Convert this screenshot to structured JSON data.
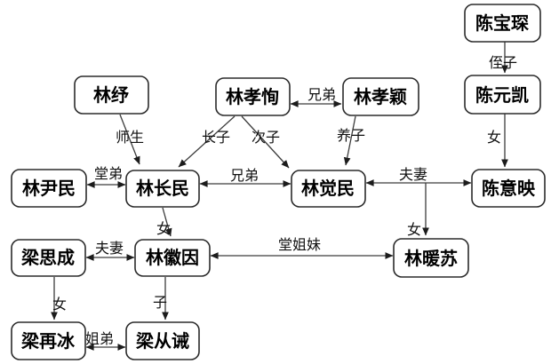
{
  "diagram": {
    "type": "family-relationship-graph",
    "background_color": "#ffffff",
    "box_fill_color": "#ffffff",
    "box_border_color": "#2b2b2b",
    "line_color": "#3c3c3c",
    "text_color": "#000000",
    "nodes": {
      "linshu": {
        "label": "林纾"
      },
      "linxiaoxun": {
        "label": "林孝恂"
      },
      "linxiaoying": {
        "label": "林孝颖"
      },
      "chenbaochen": {
        "label": "陈宝琛"
      },
      "chenyuankai": {
        "label": "陈元凯"
      },
      "linyinmin": {
        "label": "林尹民"
      },
      "linchangmin": {
        "label": "林长民"
      },
      "linjuemin": {
        "label": "林觉民"
      },
      "chenyiying": {
        "label": "陈意映"
      },
      "liangsicheng": {
        "label": "梁思成"
      },
      "linhuiyin": {
        "label": "林徽因"
      },
      "linnuansu": {
        "label": "林暖苏"
      },
      "liangzaibing": {
        "label": "梁再冰"
      },
      "liangcongjie": {
        "label": "梁从诫"
      }
    },
    "edges": {
      "e1": {
        "label": "师生",
        "from": "林纾",
        "to": "林长民",
        "direction": "one-way"
      },
      "e2": {
        "label": "长子",
        "from": "林孝恂",
        "to": "林长民",
        "direction": "one-way"
      },
      "e3": {
        "label": "次子",
        "from": "林孝恂",
        "to": "林觉民",
        "direction": "one-way"
      },
      "e4": {
        "label": "兄弟",
        "from": "林孝恂",
        "to": "林孝颖",
        "direction": "two-way"
      },
      "e5": {
        "label": "养子",
        "from": "林孝颖",
        "to": "林觉民",
        "direction": "one-way"
      },
      "e6": {
        "label": "侄子",
        "from": "陈宝琛",
        "to": "陈元凯",
        "direction": "one-way"
      },
      "e7": {
        "label": "女",
        "from": "陈元凯",
        "to": "陈意映",
        "direction": "one-way"
      },
      "e8": {
        "label": "堂弟",
        "from": "林尹民",
        "to": "林长民",
        "direction": "two-way"
      },
      "e9": {
        "label": "兄弟",
        "from": "林长民",
        "to": "林觉民",
        "direction": "two-way"
      },
      "e10": {
        "label": "夫妻",
        "from": "林觉民",
        "to": "陈意映",
        "direction": "two-way"
      },
      "e11": {
        "label": "女",
        "from": "林觉民、陈意映",
        "to": "林暖苏",
        "direction": "one-way"
      },
      "e12": {
        "label": "女",
        "from": "林长民",
        "to": "林徽因",
        "direction": "one-way"
      },
      "e13": {
        "label": "夫妻",
        "from": "梁思成",
        "to": "林徽因",
        "direction": "two-way"
      },
      "e14": {
        "label": "堂姐妹",
        "from": "林徽因",
        "to": "林暖苏",
        "direction": "two-way"
      },
      "e15": {
        "label": "女",
        "from": "梁思成",
        "to": "梁再冰",
        "direction": "one-way"
      },
      "e16": {
        "label": "子",
        "from": "林徽因",
        "to": "梁从诫",
        "direction": "one-way"
      },
      "e17": {
        "label": "姐弟",
        "from": "梁再冰",
        "to": "梁从诫",
        "direction": "two-way"
      }
    }
  }
}
